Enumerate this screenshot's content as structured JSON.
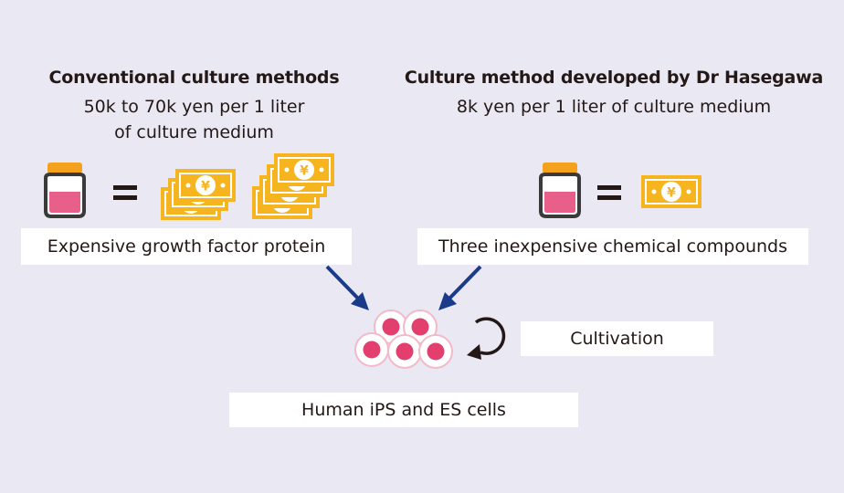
{
  "left": {
    "heading": "Conventional culture methods",
    "cost_line1": "50k to 70k yen per 1 liter",
    "cost_line2": "of culture medium",
    "ingredient": "Expensive growth factor protein"
  },
  "right": {
    "heading": "Culture method developed by Dr Hasegawa",
    "cost_line1": "8k yen per 1 liter of culture medium",
    "ingredient": "Three inexpensive chemical compounds"
  },
  "center": {
    "process_label": "Cultivation",
    "cells_label": "Human iPS and ES cells"
  },
  "symbols": {
    "equals": "=",
    "yen": "¥"
  },
  "colors": {
    "background": "#e9e8f3",
    "jar_lid": "#f4a11d",
    "jar_liquid": "#e8608a",
    "banknote": "#f6b51f",
    "arrow": "#1a3a8a",
    "cell": "#e23f6e"
  }
}
